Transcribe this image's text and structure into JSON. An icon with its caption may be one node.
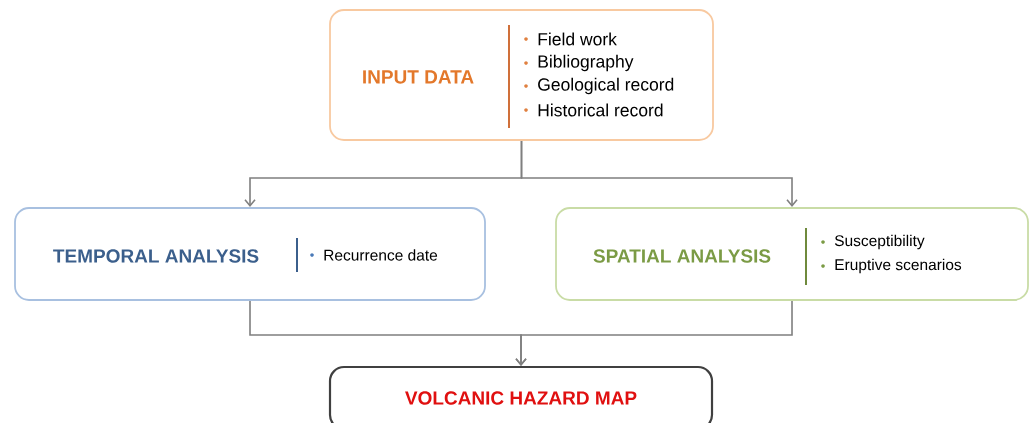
{
  "diagram": {
    "nodes": [
      {
        "text": [
          "INPUT DATA",
          "Field work",
          "Bibliography",
          "Geological record",
          "Historical record"
        ]
      },
      {
        "text": [
          "TEMPORAL ANALYSIS",
          "Recurrence date"
        ]
      },
      {
        "text": [
          "SPATIAL ANALYSIS",
          "Susceptibility",
          "Eruptive scenarios"
        ]
      },
      {
        "text": [
          "VOLCANIC HAZARD MAP"
        ]
      }
    ],
    "edges": [
      {
        "from": 0,
        "to": 1,
        "arrow": "to"
      },
      {
        "from": 0,
        "to": 2,
        "arrow": "to"
      },
      {
        "from": 1,
        "to": 3,
        "arrow": "to"
      },
      {
        "from": 2,
        "to": 3,
        "arrow": "to"
      }
    ]
  }
}
